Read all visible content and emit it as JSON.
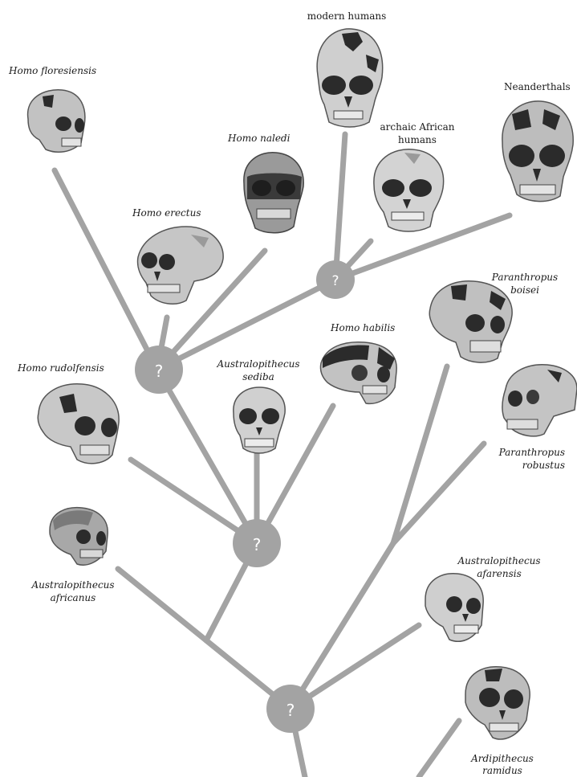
{
  "node_mark": "?",
  "labels": {
    "modern_humans": "modern humans",
    "homo_floresiensis": "Homo floresiensis",
    "neanderthals": "Neanderthals",
    "archaic_african_line1": "archaic African",
    "archaic_african_line2": "humans",
    "homo_naledi": "Homo naledi",
    "homo_erectus": "Homo erectus",
    "paranthropus_boisei_line1": "Paranthropus",
    "paranthropus_boisei_line2": "boisei",
    "homo_habilis": "Homo habilis",
    "homo_rudolfensis": "Homo rudolfensis",
    "au_sediba_line1": "Australopithecus",
    "au_sediba_line2": "sediba",
    "paranthropus_robustus_line1": "Paranthropus",
    "paranthropus_robustus_line2": "robustus",
    "au_africanus_line1": "Australopithecus",
    "au_africanus_line2": "africanus",
    "au_afarensis_line1": "Australopithecus",
    "au_afarensis_line2": "afarensis",
    "ardipithecus_line1": "Ardipithecus",
    "ardipithecus_line2": "ramidus"
  },
  "colors": {
    "branch": "#a3a3a3",
    "skull_light": "#c9c9c9",
    "skull_mid": "#9a9a9a",
    "skull_dark": "#2b2b2b",
    "text": "#1a1a1a"
  }
}
